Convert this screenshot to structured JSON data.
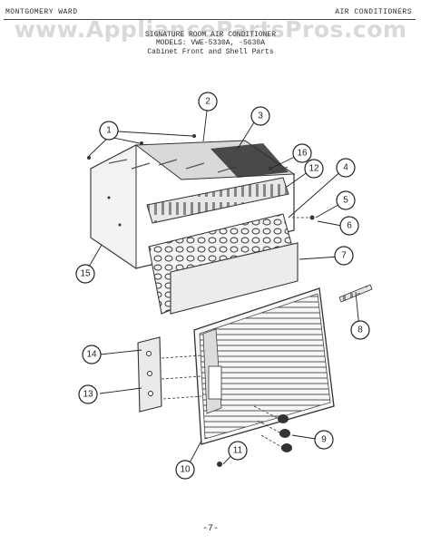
{
  "header": {
    "brand": "MONTGOMERY WARD",
    "category": "AIR CONDITIONERS"
  },
  "watermark": "www.AppliancePartsPros.com",
  "title": {
    "line1": "SIGNATURE ROOM AIR CONDITIONER",
    "line2": "MODELS: VWE-5330A, -5630A",
    "line3": "Cabinet Front and Shell Parts"
  },
  "callouts": [
    "1",
    "2",
    "3",
    "4",
    "5",
    "6",
    "7",
    "8",
    "9",
    "10",
    "11",
    "12",
    "13",
    "14",
    "15",
    "16"
  ],
  "footer": {
    "page_mark": "-7-"
  }
}
